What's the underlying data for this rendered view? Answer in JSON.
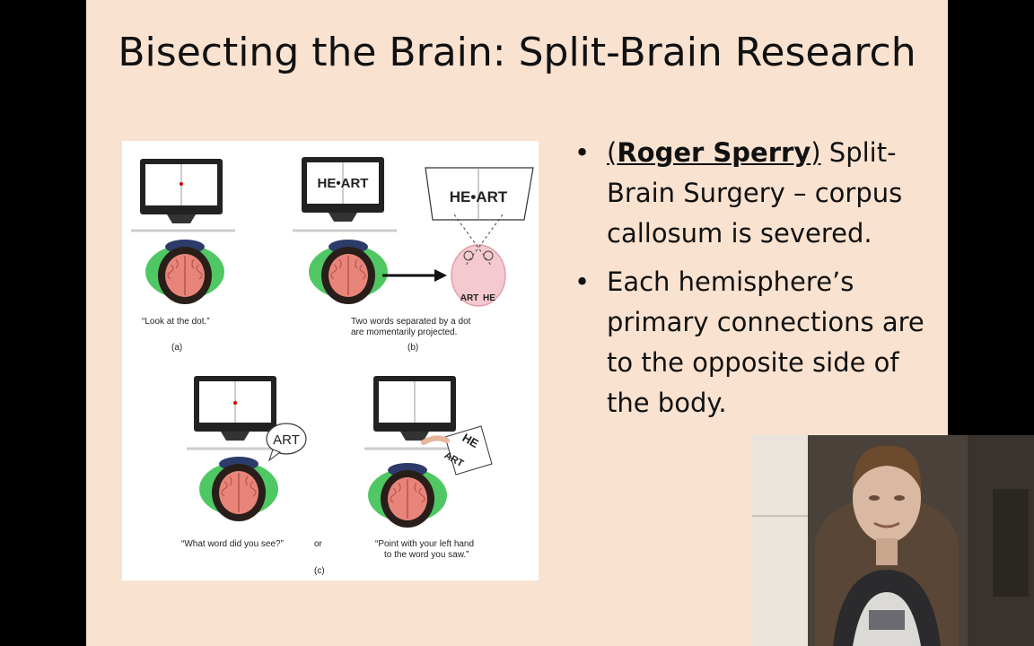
{
  "slide": {
    "title": "Bisecting the Brain: Split-Brain Research",
    "bullets": [
      {
        "speaker": "Roger Sperry",
        "open_paren": "(",
        "close_paren": ")",
        "text": " Split-Brain Surgery – corpus callosum is severed."
      },
      {
        "text": "Each hemisphere’s primary connections are to the opposite side of the body."
      }
    ],
    "bullet_glyph": "•"
  },
  "figure": {
    "panel_a_caption": "“Look at the dot.”",
    "panel_a_letter": "(a)",
    "panel_b_caption_line1": "Two words separated by a dot",
    "panel_b_caption_line2": "are momentarily projected.",
    "panel_b_letter": "(b)",
    "screen_b_word": "HE•ART",
    "projection_word": "HE•ART",
    "brain_left_label": "ART",
    "brain_right_label": "HE",
    "speech_bubble": "ART",
    "card_word_top": "HE",
    "card_word_bottom": "ART",
    "panel_c_caption_left": "“What word did you see?”",
    "panel_c_or": "or",
    "panel_c_caption_right_line1": "“Point with your left hand",
    "panel_c_caption_right_line2": "to the word you saw.”",
    "panel_c_letter": "(c)"
  },
  "colors": {
    "slide_background": "#f9e2d0",
    "shirt_green": "#4fc864",
    "brain_pink": "#e8857a",
    "hair_dark": "#2a1e1a"
  }
}
